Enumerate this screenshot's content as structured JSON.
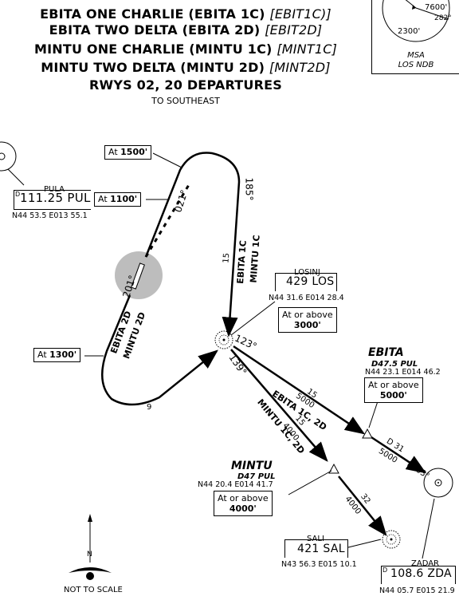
{
  "header": {
    "line1": "EBITA ONE CHARLIE (EBITA 1C)",
    "line1_code": "[EBIT1C)]",
    "line2": "EBITA TWO DELTA (EBITA 2D)",
    "line2_code": "[EBIT2D]",
    "line3": "MINTU ONE CHARLIE (MINTU 1C)",
    "line3_code": "[MINT1C]",
    "line4": "MINTU TWO DELTA (MINTU 2D)",
    "line4_code": "[MINT2D]",
    "line5": "RWYS 02, 20 DEPARTURES",
    "subtitle": "TO SOUTHEAST"
  },
  "msa": {
    "alt_north": "7600'",
    "bearing": "282°",
    "alt_south": "2300'",
    "label1": "MSA",
    "label2": "LOS NDB"
  },
  "navaids": {
    "pula": {
      "name": "PULA",
      "freq": "111.25 PUL",
      "coord": "N44 53.5 E013 55.1",
      "prefix": "D"
    },
    "losinj": {
      "name": "LOSINJ",
      "freq": "429 LOS",
      "coord": "N44 31.6 E014 28.4"
    },
    "sali": {
      "name": "SALI",
      "freq": "421 SAL",
      "coord": "N43 56.3 E015 10.1"
    },
    "zadar": {
      "name": "ZADAR",
      "freq": "108.6 ZDA",
      "coord": "N44 05.7 E015 21.9",
      "prefix": "D"
    }
  },
  "fixes": {
    "ebita": {
      "name": "EBITA",
      "dme": "D47.5 PUL",
      "coord": "N44 23.1 E014 46.2"
    },
    "mintu": {
      "name": "MINTU",
      "dme": "D47 PUL",
      "coord": "N44 20.4 E014 41.7"
    }
  },
  "constraints": {
    "at1500_a": "At ",
    "at1500_b": "1500'",
    "at1100_a": "At ",
    "at1100_b": "1100'",
    "at1300_a": "At ",
    "at1300_b": "1300'",
    "los_line1": "At or above",
    "los_alt": "3000'",
    "ebita_line1": "At or above",
    "ebita_alt": "5000'",
    "mintu_line1": "At or above",
    "mintu_alt": "4000'"
  },
  "route_labels": {
    "crs021": "021°",
    "crs185": "185°",
    "crs201": "201°",
    "crs123": "123°",
    "crs139": "139°",
    "ebita2d": "EBITA 2D",
    "mintu2d": "MINTU 2D",
    "ebita1c": "EBITA 1C",
    "mintu1c": "MINTU 1C",
    "ebita1c2d": "EBITA 1C, 2D",
    "mintu1c2d": "MINTU 1C, 2D",
    "dist15a": "15",
    "dist15b": "15",
    "dist15c": "15",
    "dist9": "9",
    "dist5000": "5000",
    "dist4000a": "4000",
    "dist4000b": "4000",
    "dist32": "32",
    "d31": "D 31",
    "d5000b": "5000",
    "r303": "R303°"
  },
  "footer": {
    "north": "N",
    "scale": "NOT TO SCALE"
  }
}
